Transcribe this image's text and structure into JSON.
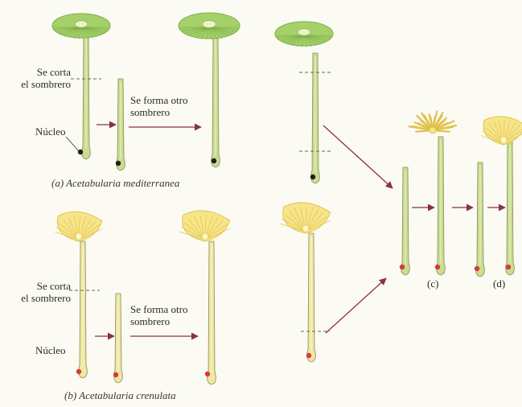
{
  "labels": {
    "cut_cap_line1": "Se corta",
    "cut_cap_line2": "el sombrero",
    "regrow_line1": "Se forma otro",
    "regrow_line2": "sombrero",
    "nucleus": "Núcleo"
  },
  "captions": {
    "a": "(a) Acetabularia mediterranea",
    "b": "(b) Acetabularia crenulata"
  },
  "panel_labels": {
    "c": "(c)",
    "d": "(d)"
  },
  "colors": {
    "green_cap": "#a6d16a",
    "green_cap_dark": "#7fae48",
    "green_stalk": "#c9dd8e",
    "yellow_cap": "#f7e58a",
    "yellow_cap_dark": "#e1c24e",
    "yellow_stalk": "#efe7a2",
    "arrow": "#8a2e52",
    "nucleus_dark": "#1e1e1e",
    "nucleus_red": "#d83a3a"
  }
}
